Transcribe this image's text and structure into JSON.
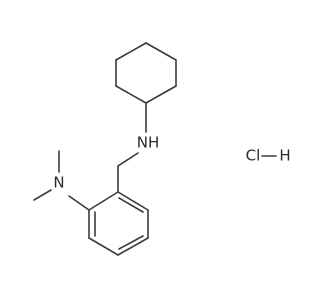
{
  "molecule": {
    "atoms": {
      "amine_nh": "NH",
      "dimethylamino_n": "N",
      "salt": "Cl",
      "salt_h": "H"
    }
  }
}
